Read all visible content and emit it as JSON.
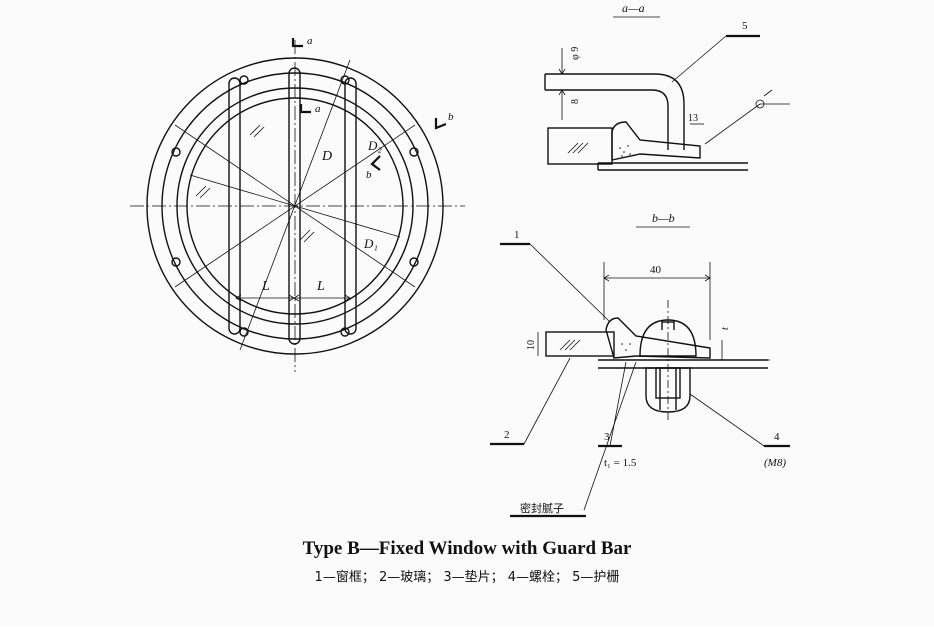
{
  "figure": {
    "caption": "Type B—Fixed Window with Guard Bar",
    "legend": "1—窗框； 2—玻璃； 3—垫片； 4—螺栓； 5—护栅",
    "plan_view": {
      "section_mark_a": "a",
      "section_mark_b": "b",
      "dim_D": "D",
      "dim_D1": "D₁",
      "dim_D2": "D₂",
      "spacing_left": "L",
      "spacing_right": "L"
    },
    "section_aa": {
      "title": "a—a",
      "dim_phi": "φ 9",
      "dim_8": "8",
      "dim_13": "13",
      "callout_5": "5"
    },
    "section_bb": {
      "title": "b—b",
      "dim_40": "40",
      "dim_10": "10",
      "dim_t": "t",
      "callout_1": "1",
      "callout_2": "2",
      "callout_3": "3",
      "callout_4": "4",
      "thickness": "t₁ = 1.5",
      "bolt_spec": "(M8)",
      "sealant": "密封腻子"
    }
  }
}
